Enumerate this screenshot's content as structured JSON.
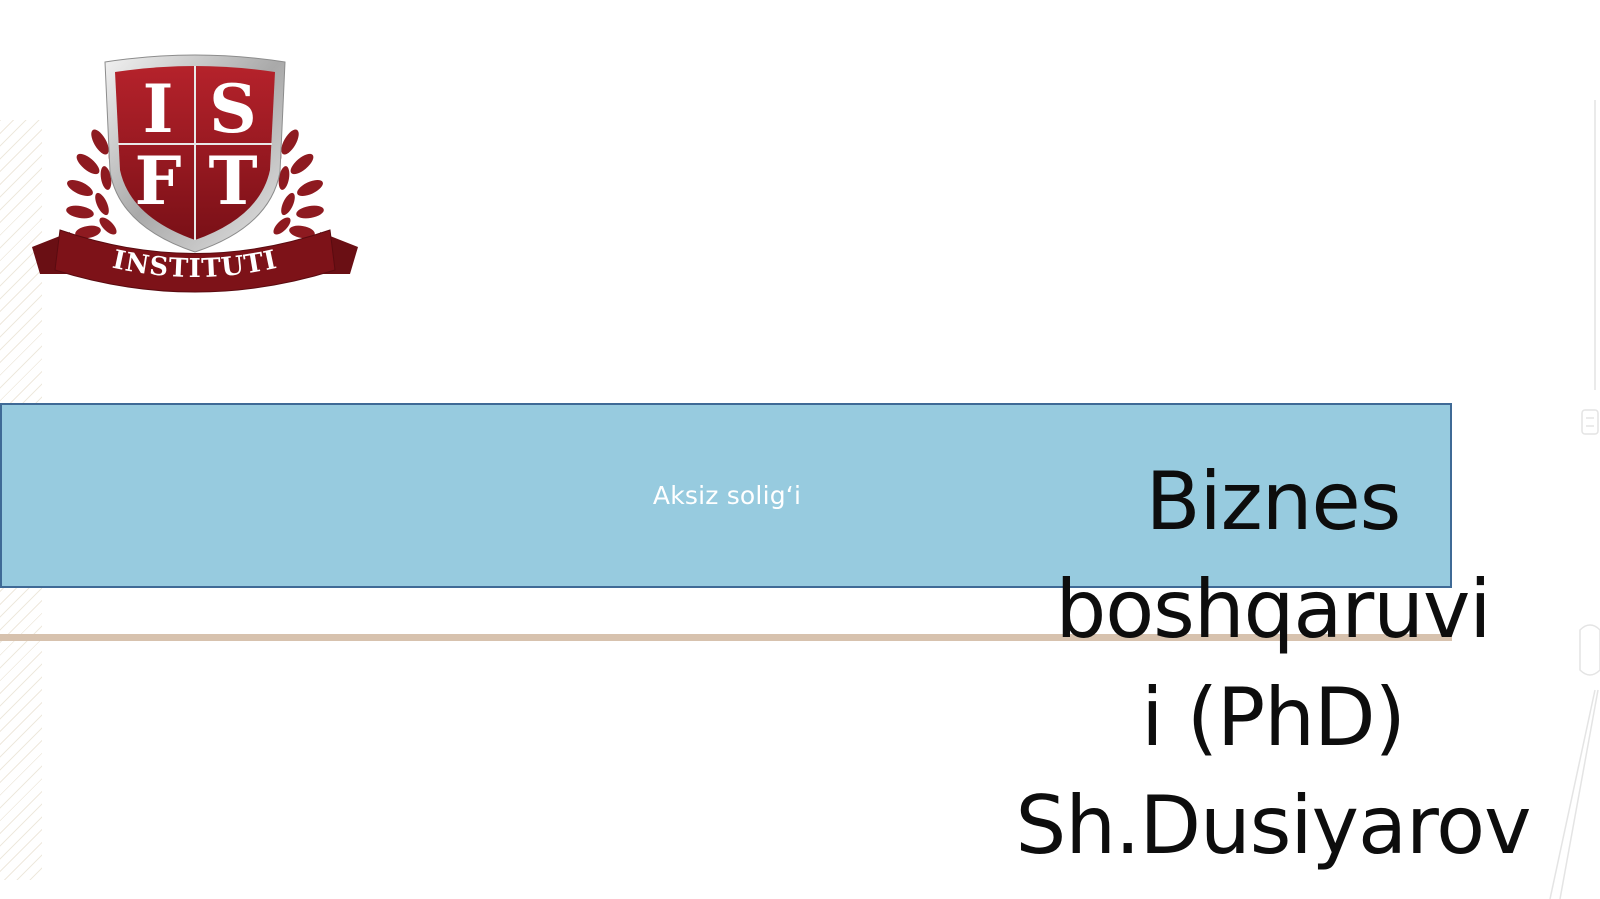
{
  "logo": {
    "letters": [
      "I",
      "S",
      "F",
      "T"
    ],
    "ribbon_text": "INSTITUTI"
  },
  "band": {
    "title": "Aksiz solig‘i"
  },
  "author": {
    "lines": [
      "Biznes",
      "boshqaruvi",
      "i (PhD)",
      "Sh.Dusiyarov"
    ]
  },
  "colors": {
    "band_fill": "#97cbdf",
    "band_border": "#3f6a96",
    "rule": "#d7c2ae",
    "shield_red": "#9b1c24",
    "ribbon_red": "#7d1218",
    "leaf": "#8e1a20"
  }
}
